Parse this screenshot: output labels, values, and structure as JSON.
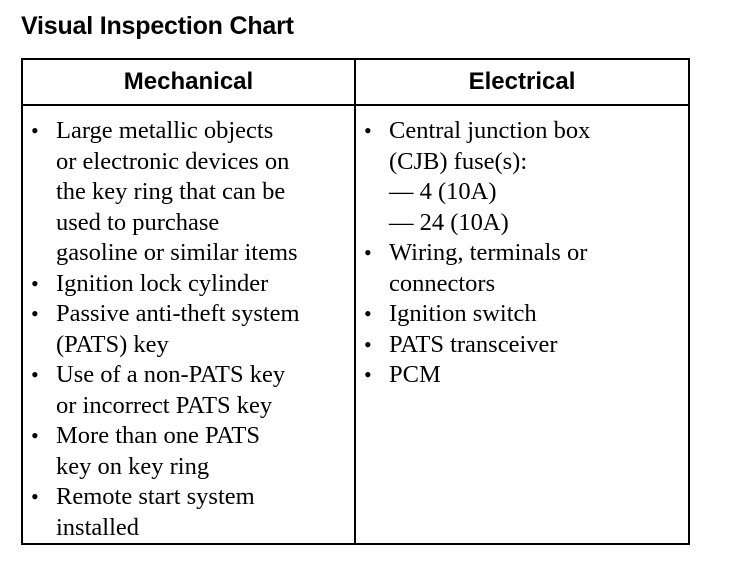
{
  "title": "Visual Inspection Chart",
  "columns": {
    "mechanical": "Mechanical",
    "electrical": "Electrical"
  },
  "bullet_symbol": "•",
  "mechanical_items": [
    {
      "lines": [
        "Large metallic objects",
        "or electronic devices on",
        "the key ring that can be",
        "used to purchase",
        "gasoline or similar items"
      ]
    },
    {
      "lines": [
        "Ignition lock cylinder"
      ]
    },
    {
      "lines": [
        "Passive anti-theft system",
        "(PATS) key"
      ]
    },
    {
      "lines": [
        "Use of a non-PATS key",
        "or incorrect PATS key"
      ]
    },
    {
      "lines": [
        "More than one PATS",
        "key on key ring"
      ]
    },
    {
      "lines": [
        "Remote start system",
        "installed"
      ]
    }
  ],
  "electrical_items": [
    {
      "lines": [
        "Central junction box",
        "(CJB) fuse(s):",
        "— 4 (10A)",
        "— 24 (10A)"
      ]
    },
    {
      "lines": [
        "Wiring, terminals or",
        "connectors"
      ]
    },
    {
      "lines": [
        "Ignition switch"
      ]
    },
    {
      "lines": [
        "PATS transceiver"
      ]
    },
    {
      "lines": [
        "PCM"
      ]
    }
  ]
}
